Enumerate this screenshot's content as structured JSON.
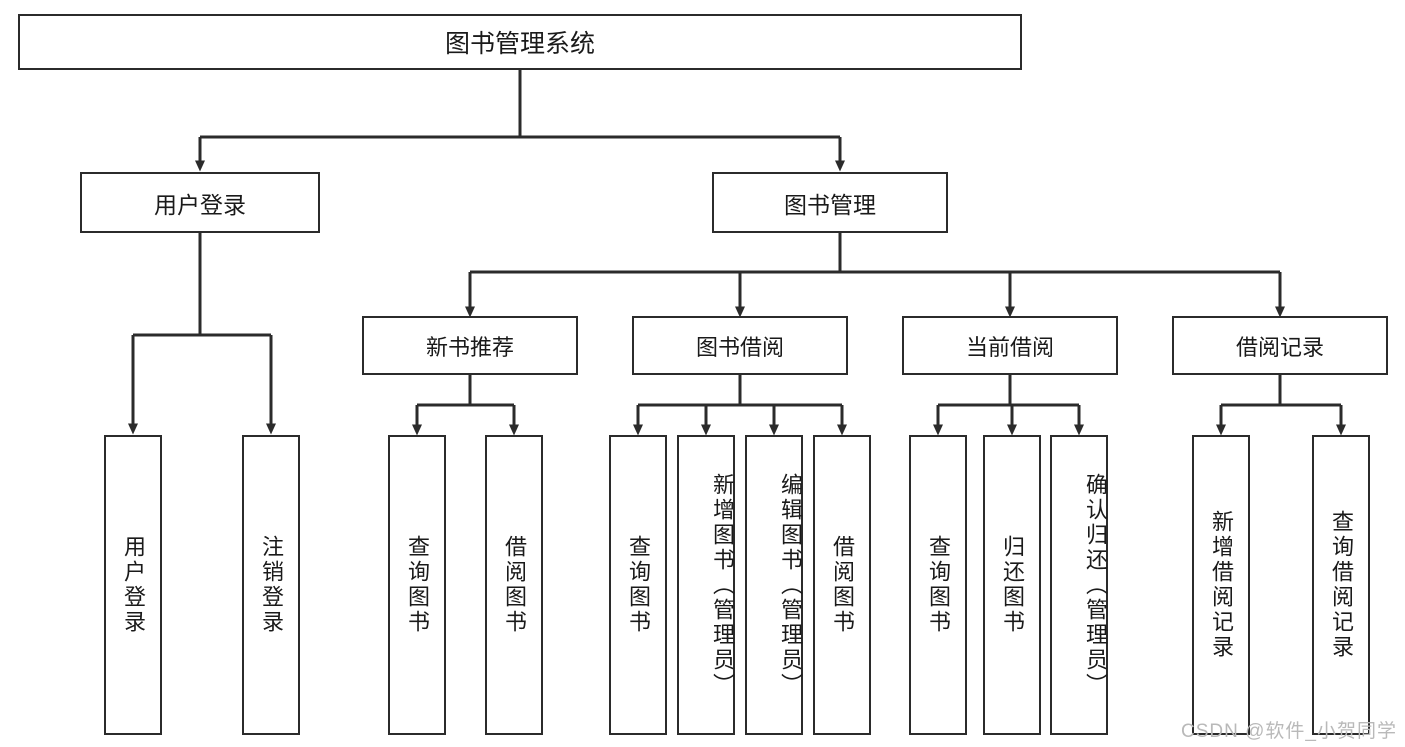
{
  "diagram": {
    "title": "图书管理系统",
    "type": "tree-hierarchy",
    "watermark": "CSDN @软件_小贺同学",
    "colors": {
      "stroke": "#2b2b2b",
      "fill": "#ffffff",
      "text": "#1a1a1a",
      "watermark": "#b9b9b9"
    },
    "root": {
      "label": "图书管理系统"
    },
    "level1": [
      {
        "label": "用户登录"
      },
      {
        "label": "图书管理"
      }
    ],
    "level2": [
      {
        "label": "新书推荐"
      },
      {
        "label": "图书借阅"
      },
      {
        "label": "当前借阅"
      },
      {
        "label": "借阅记录"
      }
    ],
    "leaves": {
      "user_login": [
        {
          "label": "用户登录"
        },
        {
          "label": "注销登录"
        }
      ],
      "new_book_recommend": [
        {
          "label": "查询图书"
        },
        {
          "label": "借阅图书"
        }
      ],
      "book_borrow": [
        {
          "label": "查询图书"
        },
        {
          "label": "新增图书（管理员）"
        },
        {
          "label": "编辑图书（管理员）"
        },
        {
          "label": "借阅图书"
        }
      ],
      "current_borrow": [
        {
          "label": "查询图书"
        },
        {
          "label": "归还图书"
        },
        {
          "label": "确认归还（管理员）"
        }
      ],
      "borrow_record": [
        {
          "label": "新增借阅记录"
        },
        {
          "label": "查询借阅记录"
        }
      ]
    }
  }
}
